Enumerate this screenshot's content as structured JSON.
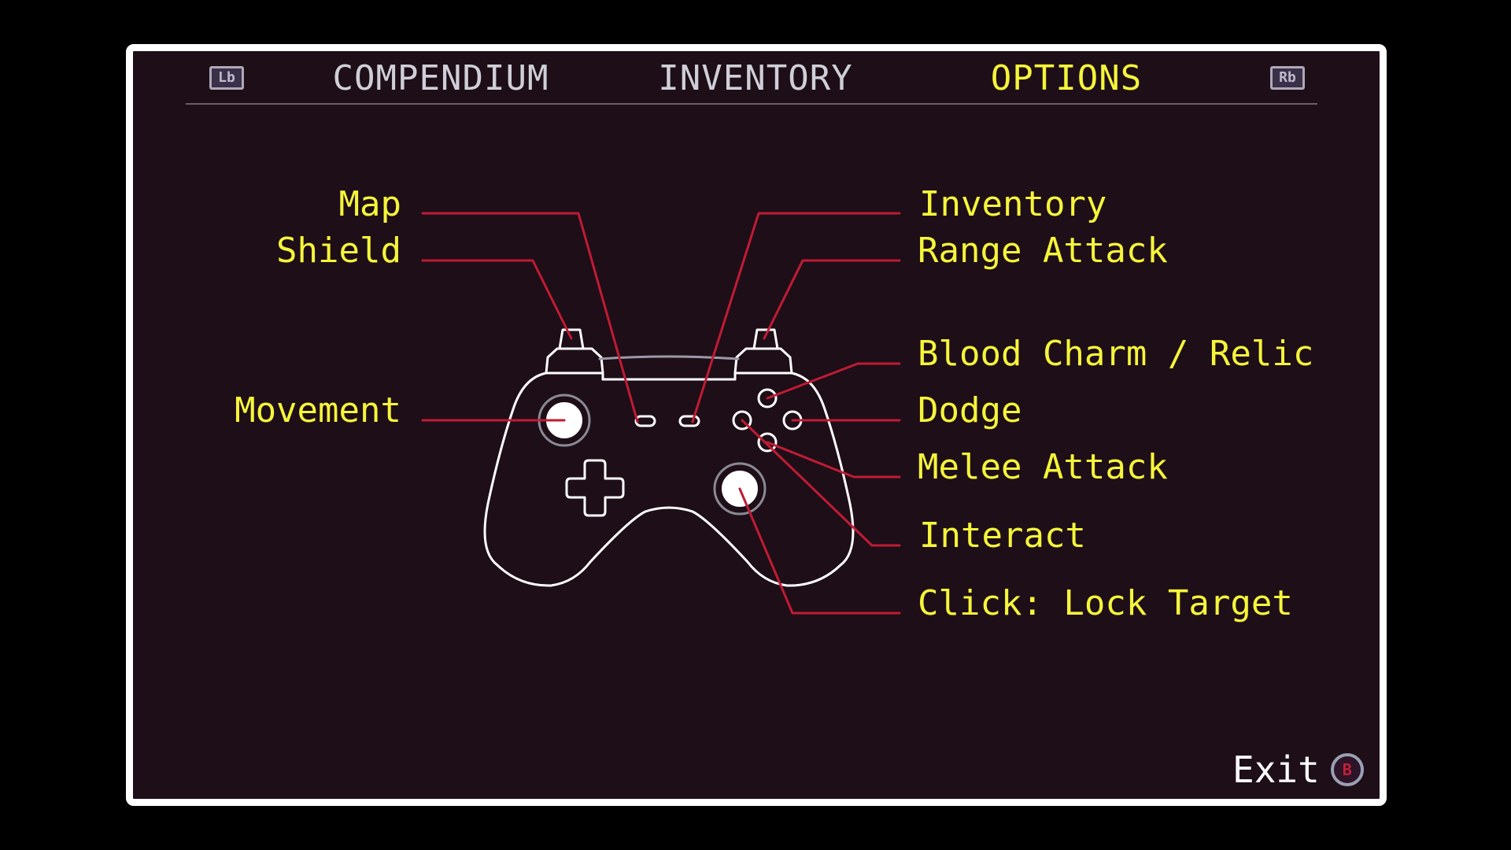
{
  "tabs": {
    "left_bumper": "Lb",
    "right_bumper": "Rb",
    "items": [
      {
        "label": "COMPENDIUM",
        "active": false
      },
      {
        "label": "INVENTORY",
        "active": false
      },
      {
        "label": "OPTIONS",
        "active": true
      }
    ]
  },
  "bindings": {
    "map": "Map",
    "shield": "Shield",
    "movement": "Movement",
    "inventory": "Inventory",
    "range_attack": "Range Attack",
    "blood_charm": "Blood Charm / Relic",
    "dodge": "Dodge",
    "melee_attack": "Melee Attack",
    "interact": "Interact",
    "lock_target": "Click: Lock Target"
  },
  "footer": {
    "exit_label": "Exit",
    "exit_button_icon": "B"
  },
  "colors": {
    "background": "#000000",
    "panel": "#1e0e18",
    "frame": "#ffffff",
    "label_yellow": "#f5f53a",
    "tab_inactive": "#cfcfd8",
    "tab_active": "#f5f53a",
    "leader_red": "#c01b34",
    "controller_outline": "#ffffff",
    "exit_text": "#ffffff"
  },
  "icons": {
    "left_bumper": "lb-button-icon",
    "right_bumper": "rb-button-icon",
    "exit": "b-button-icon",
    "controller": "gamepad-icon"
  }
}
